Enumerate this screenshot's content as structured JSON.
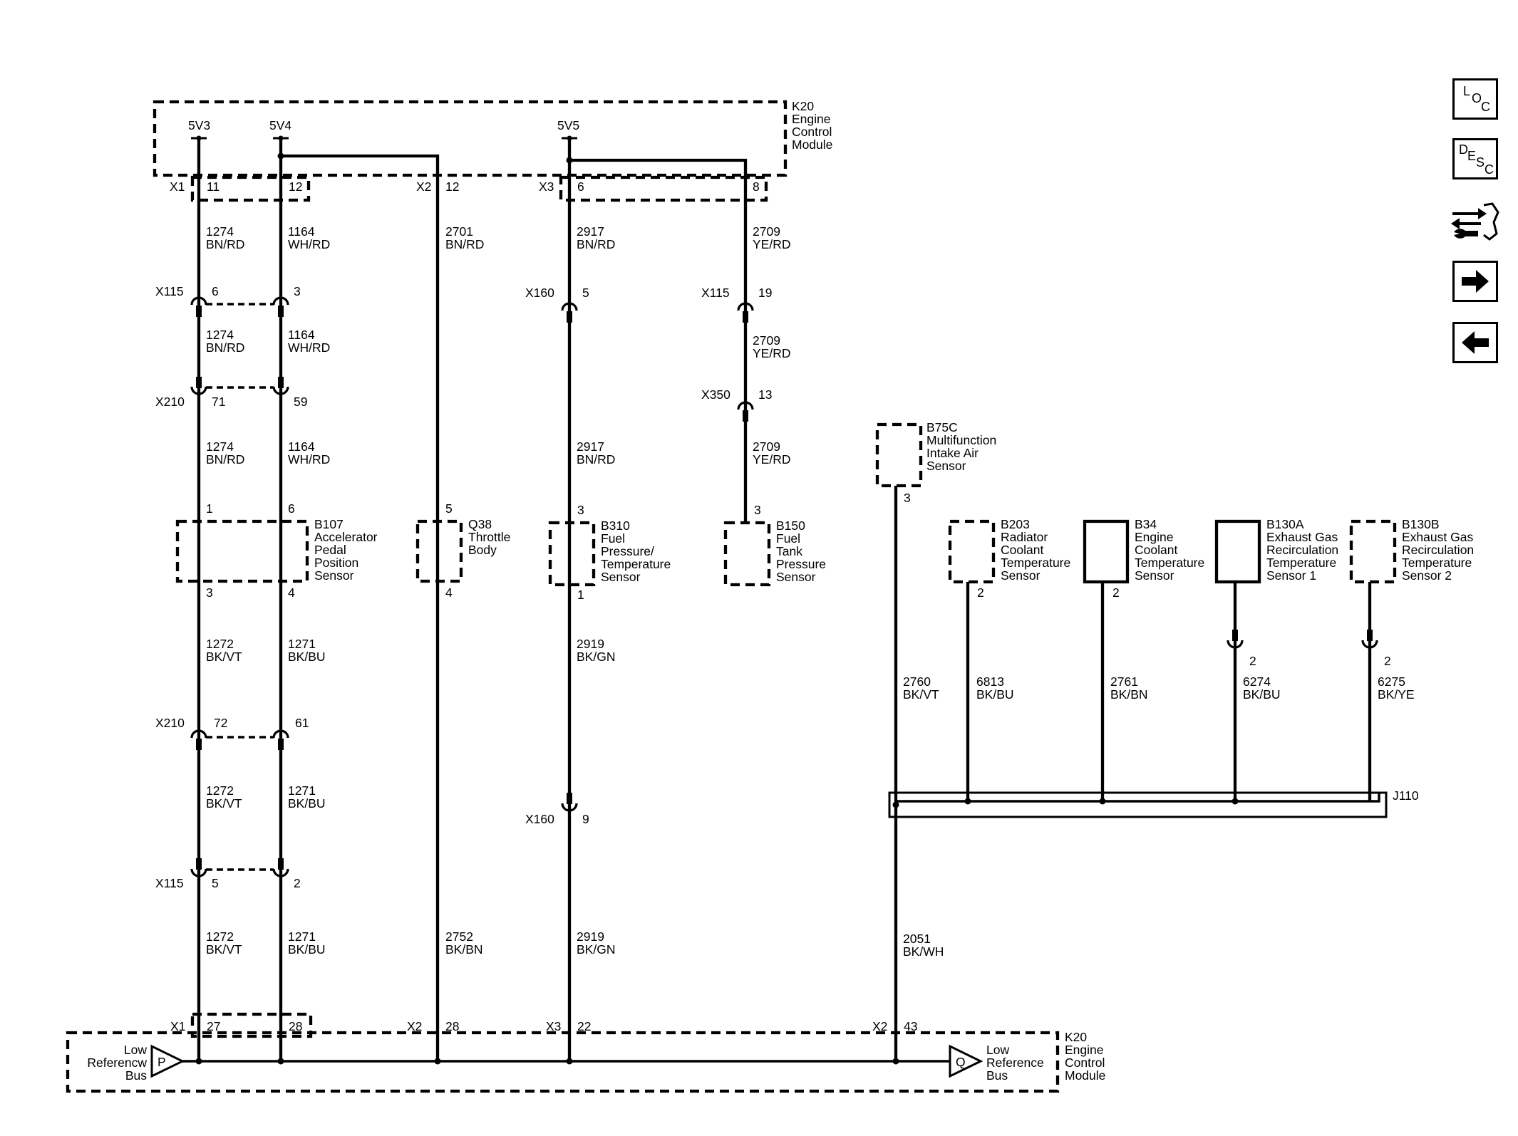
{
  "ecm_top": {
    "ref": "K20",
    "name_lines": [
      "Engine",
      "Control",
      "Module"
    ]
  },
  "ecm_bottom": {
    "ref": "K20",
    "name_lines": [
      "Engine",
      "Control",
      "Module"
    ]
  },
  "supplies": [
    "5V3",
    "5V4",
    "5V5"
  ],
  "top_connectors": {
    "x1": {
      "name": "X1",
      "pins": [
        "11",
        "12"
      ]
    },
    "x2": {
      "name": "X2",
      "pin": "12"
    },
    "x3": {
      "name": "X3",
      "pins": [
        "6",
        "8"
      ]
    }
  },
  "bottom_connectors": {
    "x1": {
      "name": "X1",
      "pins": [
        "27",
        "28"
      ]
    },
    "x2a": {
      "name": "X2",
      "pin": "28"
    },
    "x3": {
      "name": "X3",
      "pin": "22"
    },
    "x2b": {
      "name": "X2",
      "pin": "43"
    }
  },
  "wires": {
    "w1274": {
      "circuit": "1274",
      "color": "BN/RD"
    },
    "w1164": {
      "circuit": "1164",
      "color": "WH/RD"
    },
    "w2701": {
      "circuit": "2701",
      "color": "BN/RD"
    },
    "w2917": {
      "circuit": "2917",
      "color": "BN/RD"
    },
    "w2709": {
      "circuit": "2709",
      "color": "YE/RD"
    },
    "w1272": {
      "circuit": "1272",
      "color": "BK/VT"
    },
    "w1271": {
      "circuit": "1271",
      "color": "BK/BU"
    },
    "w2919": {
      "circuit": "2919",
      "color": "BK/GN"
    },
    "w2752": {
      "circuit": "2752",
      "color": "BK/BN"
    },
    "w2760": {
      "circuit": "2760",
      "color": "BK/VT"
    },
    "w6813": {
      "circuit": "6813",
      "color": "BK/BU"
    },
    "w2761": {
      "circuit": "2761",
      "color": "BK/BN"
    },
    "w6274": {
      "circuit": "6274",
      "color": "BK/BU"
    },
    "w6275": {
      "circuit": "6275",
      "color": "BK/YE"
    },
    "w2051": {
      "circuit": "2051",
      "color": "BK/WH"
    }
  },
  "inline_connectors": {
    "x115_a": {
      "name": "X115",
      "pins": [
        "6",
        "3"
      ]
    },
    "x210_a": {
      "name": "X210",
      "pins": [
        "71",
        "59"
      ]
    },
    "x160_a": {
      "name": "X160",
      "pin": "5"
    },
    "x115_b": {
      "name": "X115",
      "pin": "19"
    },
    "x350": {
      "name": "X350",
      "pin": "13"
    },
    "x210_b": {
      "name": "X210",
      "pins": [
        "72",
        "61"
      ]
    },
    "x115_c": {
      "name": "X115",
      "pins": [
        "5",
        "2"
      ]
    },
    "x160_b": {
      "name": "X160",
      "pin": "9"
    }
  },
  "components": {
    "b107": {
      "ref": "B107",
      "name_lines": [
        "Accelerator",
        "Pedal",
        "Position",
        "Sensor"
      ],
      "pins_top": [
        "1",
        "6"
      ],
      "pins_bottom": [
        "3",
        "4"
      ]
    },
    "q38": {
      "ref": "Q38",
      "name_lines": [
        "Throttle",
        "Body"
      ],
      "pin_top": "5",
      "pin_bottom": "4"
    },
    "b310": {
      "ref": "B310",
      "name_lines": [
        "Fuel",
        "Pressure/",
        "Temperature",
        "Sensor"
      ],
      "pin_top": "3",
      "pin_bottom": "1"
    },
    "b150": {
      "ref": "B150",
      "name_lines": [
        "Fuel",
        "Tank",
        "Pressure",
        "Sensor"
      ],
      "pin_top": "3"
    },
    "b75c": {
      "ref": "B75C",
      "name_lines": [
        "Multifunction",
        "Intake Air",
        "Sensor"
      ],
      "pin": "3"
    },
    "b203": {
      "ref": "B203",
      "name_lines": [
        "Radiator",
        "Coolant",
        "Temperature",
        "Sensor"
      ],
      "pin": "2"
    },
    "b34": {
      "ref": "B34",
      "name_lines": [
        "Engine",
        "Coolant",
        "Temperature",
        "Sensor"
      ],
      "pin": "2"
    },
    "b130a": {
      "ref": "B130A",
      "name_lines": [
        "Exhaust Gas",
        "Recirculation",
        "Temperature",
        "Sensor 1"
      ],
      "pin": "2"
    },
    "b130b": {
      "ref": "B130B",
      "name_lines": [
        "Exhaust Gas",
        "Recirculation",
        "Temperature",
        "Sensor 2"
      ],
      "pin": "2"
    }
  },
  "splice": {
    "ref": "J110"
  },
  "bus": {
    "left": {
      "marker": "P",
      "lines": [
        "Low",
        "Referencw",
        "Bus"
      ]
    },
    "right": {
      "marker": "Q",
      "lines": [
        "Low",
        "Reference",
        "Bus"
      ]
    }
  },
  "side_buttons": {
    "loc": {
      "letters": [
        "L",
        "O",
        "C"
      ]
    },
    "desc": {
      "letters": [
        "D",
        "E",
        "S",
        "C"
      ]
    },
    "connector_icon": "connector-wrench-icon",
    "next_icon": "arrow-right-icon",
    "prev_icon": "arrow-left-icon"
  }
}
